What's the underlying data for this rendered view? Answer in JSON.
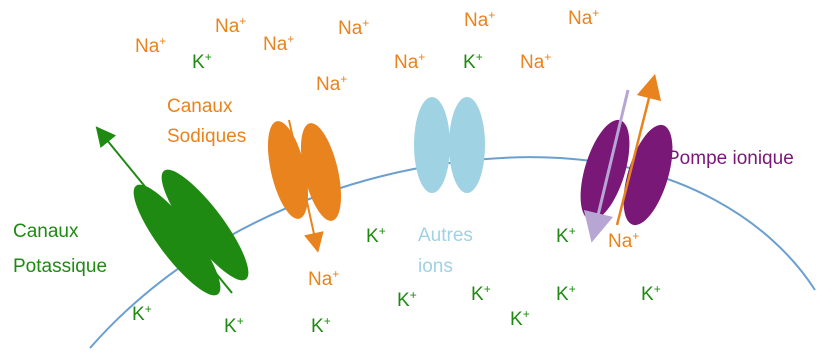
{
  "labels": {
    "potassium_channels": [
      "Canaux",
      "Potassique"
    ],
    "sodium_channels": [
      "Canaux",
      "Sodiques"
    ],
    "other_ions": [
      "Autres",
      "ions"
    ],
    "ion_pump": "Pompe ionique"
  },
  "ions": {
    "na": "Na",
    "k": "K",
    "charge": "+"
  },
  "colors": {
    "sodium": "#e8831d",
    "potassium": "#1f8a12",
    "other": "#9fd3e3",
    "pump": "#7a1878",
    "membrane": "#6a9fd0",
    "pump_arrow_down": "#b7a6d4"
  }
}
